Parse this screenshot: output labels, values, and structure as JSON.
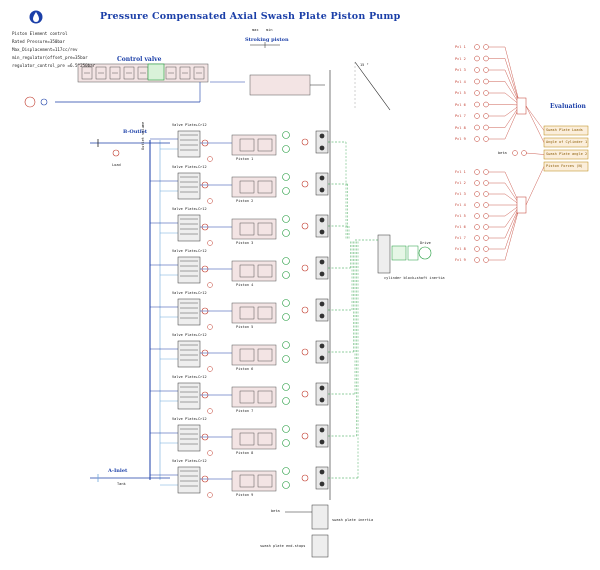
{
  "title": "Pressure Compensated Axial Swash Plate Piston Pump",
  "params": [
    "Piston Element control",
    "Rated Pressure=350bar",
    "Max_Displacement=117cc/rev",
    "min_regulator(offset_pre=35bar",
    "regulator_control_pre =6.5^250bar"
  ],
  "labels": {
    "control_valve": "Control valve",
    "stroking_piston": "Stroking piston",
    "stroke_min": "max",
    "stroke_max": "min",
    "b_outlet": "B-Outlet",
    "a_inlet": "A-Inlet",
    "load": "Load",
    "port_volume": "Outlet volume",
    "inlet_tank": "Tank",
    "cylinder_block": "cylinder block+shaft inertia",
    "drive": "Drive",
    "swash_inertia": "swash plate inertia",
    "swash_end_stops": "swash plate end-stops",
    "swash_angle": "15 °",
    "beta_label": "beta",
    "evaluation": "Evaluation"
  },
  "piston_rows": [
    {
      "valve": "Valve Plate+Cr12",
      "piston": "Piston 1"
    },
    {
      "valve": "Valve Plate+Cr12",
      "piston": "Piston 2"
    },
    {
      "valve": "Valve Plate+Cr12",
      "piston": "Piston 3"
    },
    {
      "valve": "Valve Plate+Cr12",
      "piston": "Piston 4"
    },
    {
      "valve": "Valve Plate+Cr12",
      "piston": "Piston 5"
    },
    {
      "valve": "Valve Plate+Cr12",
      "piston": "Piston 6"
    },
    {
      "valve": "Valve Plate+Cr12",
      "piston": "Piston 7"
    },
    {
      "valve": "Valve Plate+Cr12",
      "piston": "Piston 8"
    },
    {
      "valve": "Valve Plate+Cr12",
      "piston": "Piston 9"
    }
  ],
  "eval_outputs": [
    "Swash Plate Loads",
    "Angle of Cylinder 1",
    "Swash Plate angle 2",
    "Piston Forces (N)"
  ],
  "eval_inputs_top": [
    "Pcl 1",
    "Pcl 2",
    "Pcl 3",
    "Pcl 4",
    "Pcl 5",
    "Pcl 6",
    "Pcl 7",
    "Pcl 8",
    "Pcl 9"
  ],
  "eval_inputs_bottom": [
    "Fcl 1",
    "Fcl 2",
    "Fcl 3",
    "Fcl 4",
    "Fcl 5",
    "Fcl 6",
    "Fcl 7",
    "Fcl 8",
    "Fcl 9"
  ],
  "colors": {
    "hydraulic_blue": "#1b3fa8",
    "signal_red": "#c0392b",
    "mechanical_green": "#1e9a3a",
    "component_fill": "#f3e4e4",
    "eval_fill": "#fbeedb"
  }
}
